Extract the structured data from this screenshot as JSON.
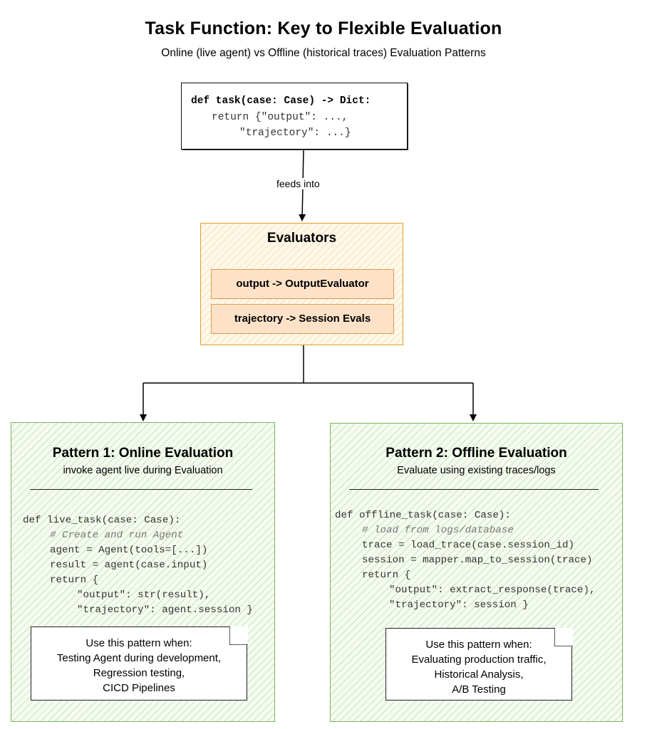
{
  "title": "Task Function: Key to Flexible Evaluation",
  "subtitle": "Online (live agent) vs Offline (historical traces) Evaluation Patterns",
  "task_code": {
    "line1": "def task(case: Case) -> Dict:",
    "line2": "return {\"output\": ...,",
    "line3": "\"trajectory\": ...}"
  },
  "edge_label": "feeds into",
  "evaluators": {
    "title": "Evaluators",
    "items": [
      "output -> OutputEvaluator",
      "trajectory -> Session Evals"
    ]
  },
  "pattern1": {
    "title": "Pattern 1: Online Evaluation",
    "subtitle": "invoke agent live during Evaluation",
    "code": [
      "def live_task(case: Case):",
      "# Create and run Agent",
      "agent = Agent(tools=[...])",
      "result = agent(case.input)",
      "return {",
      "\"output\": str(result),",
      "\"trajectory\": agent.session }"
    ],
    "note": [
      "Use this pattern when:",
      "Testing Agent during development,",
      "Regression testing,",
      "CICD Pipelines"
    ]
  },
  "pattern2": {
    "title": "Pattern 2: Offline Evaluation",
    "subtitle": "Evaluate using existing traces/logs",
    "code": [
      "def offline_task(case: Case):",
      "# load from logs/database",
      "trace = load_trace(case.session_id)",
      "session = mapper.map_to_session(trace)",
      "return {",
      "\"output\": extract_response(trace),",
      "\"trajectory\": session }"
    ],
    "note": [
      "Use this pattern when:",
      "Evaluating production traffic,",
      "Historical Analysis,",
      "A/B Testing"
    ]
  },
  "colors": {
    "evaluator_border": "#d6a32b",
    "evaluator_item_fill": "#fde2c8",
    "pattern_border": "#7bb55a"
  }
}
